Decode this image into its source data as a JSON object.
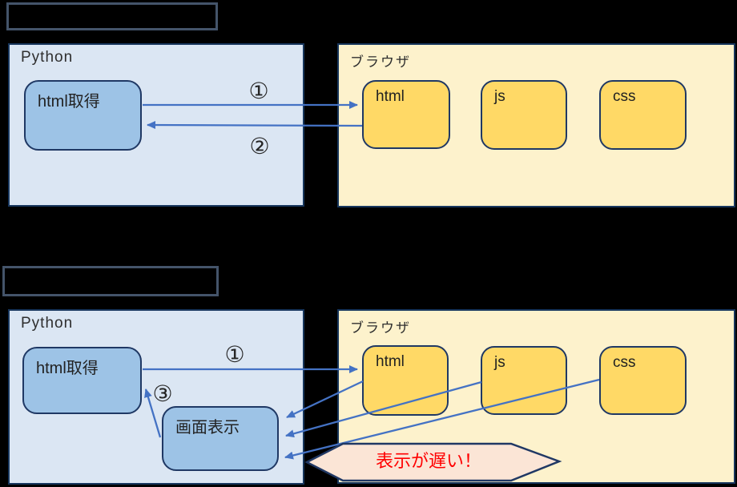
{
  "colors": {
    "background": "#000000",
    "python_panel_fill": "#dbe6f3",
    "browser_panel_fill": "#fdf2cc",
    "panel_border": "#17365d",
    "blue_node_fill": "#9dc3e6",
    "yellow_node_fill": "#ffd966",
    "node_border": "#1f3864",
    "arrow": "#4472c4",
    "title_box_border": "#44546a",
    "callout_fill": "#fbe5d6",
    "callout_border": "#203864",
    "callout_text_color": "#ff0000"
  },
  "diagram1": {
    "python_label": "Python",
    "browser_label": "ブラウザ",
    "html_get_label": "html取得",
    "html_label": "html",
    "js_label": "js",
    "css_label": "css",
    "step1_label": "①",
    "step2_label": "②"
  },
  "diagram2": {
    "python_label": "Python",
    "browser_label": "ブラウザ",
    "html_get_label": "html取得",
    "screen_display_label": "画面表示",
    "html_label": "html",
    "js_label": "js",
    "css_label": "css",
    "step1_label": "①",
    "step3_label": "③",
    "callout_text": "表示が遅い！"
  }
}
